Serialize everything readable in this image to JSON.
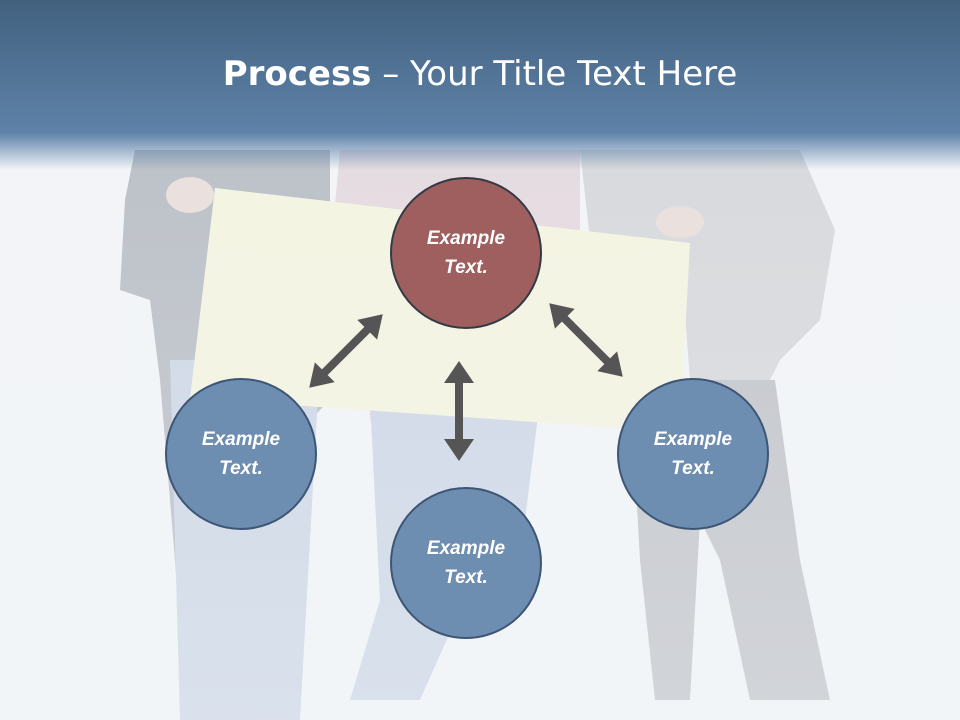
{
  "title": {
    "bold": "Process",
    "rest": " – Your Title Text Here"
  },
  "nodes": {
    "top": "Example\nText.",
    "left": "Example\nText.",
    "bottom": "Example\nText.",
    "right": "Example\nText."
  },
  "colors": {
    "banner": "#4f7196",
    "top_node": "#9e5f5e",
    "other_nodes": "#6d8db1",
    "arrows": "#555555",
    "sign": "#f4f0b8"
  }
}
